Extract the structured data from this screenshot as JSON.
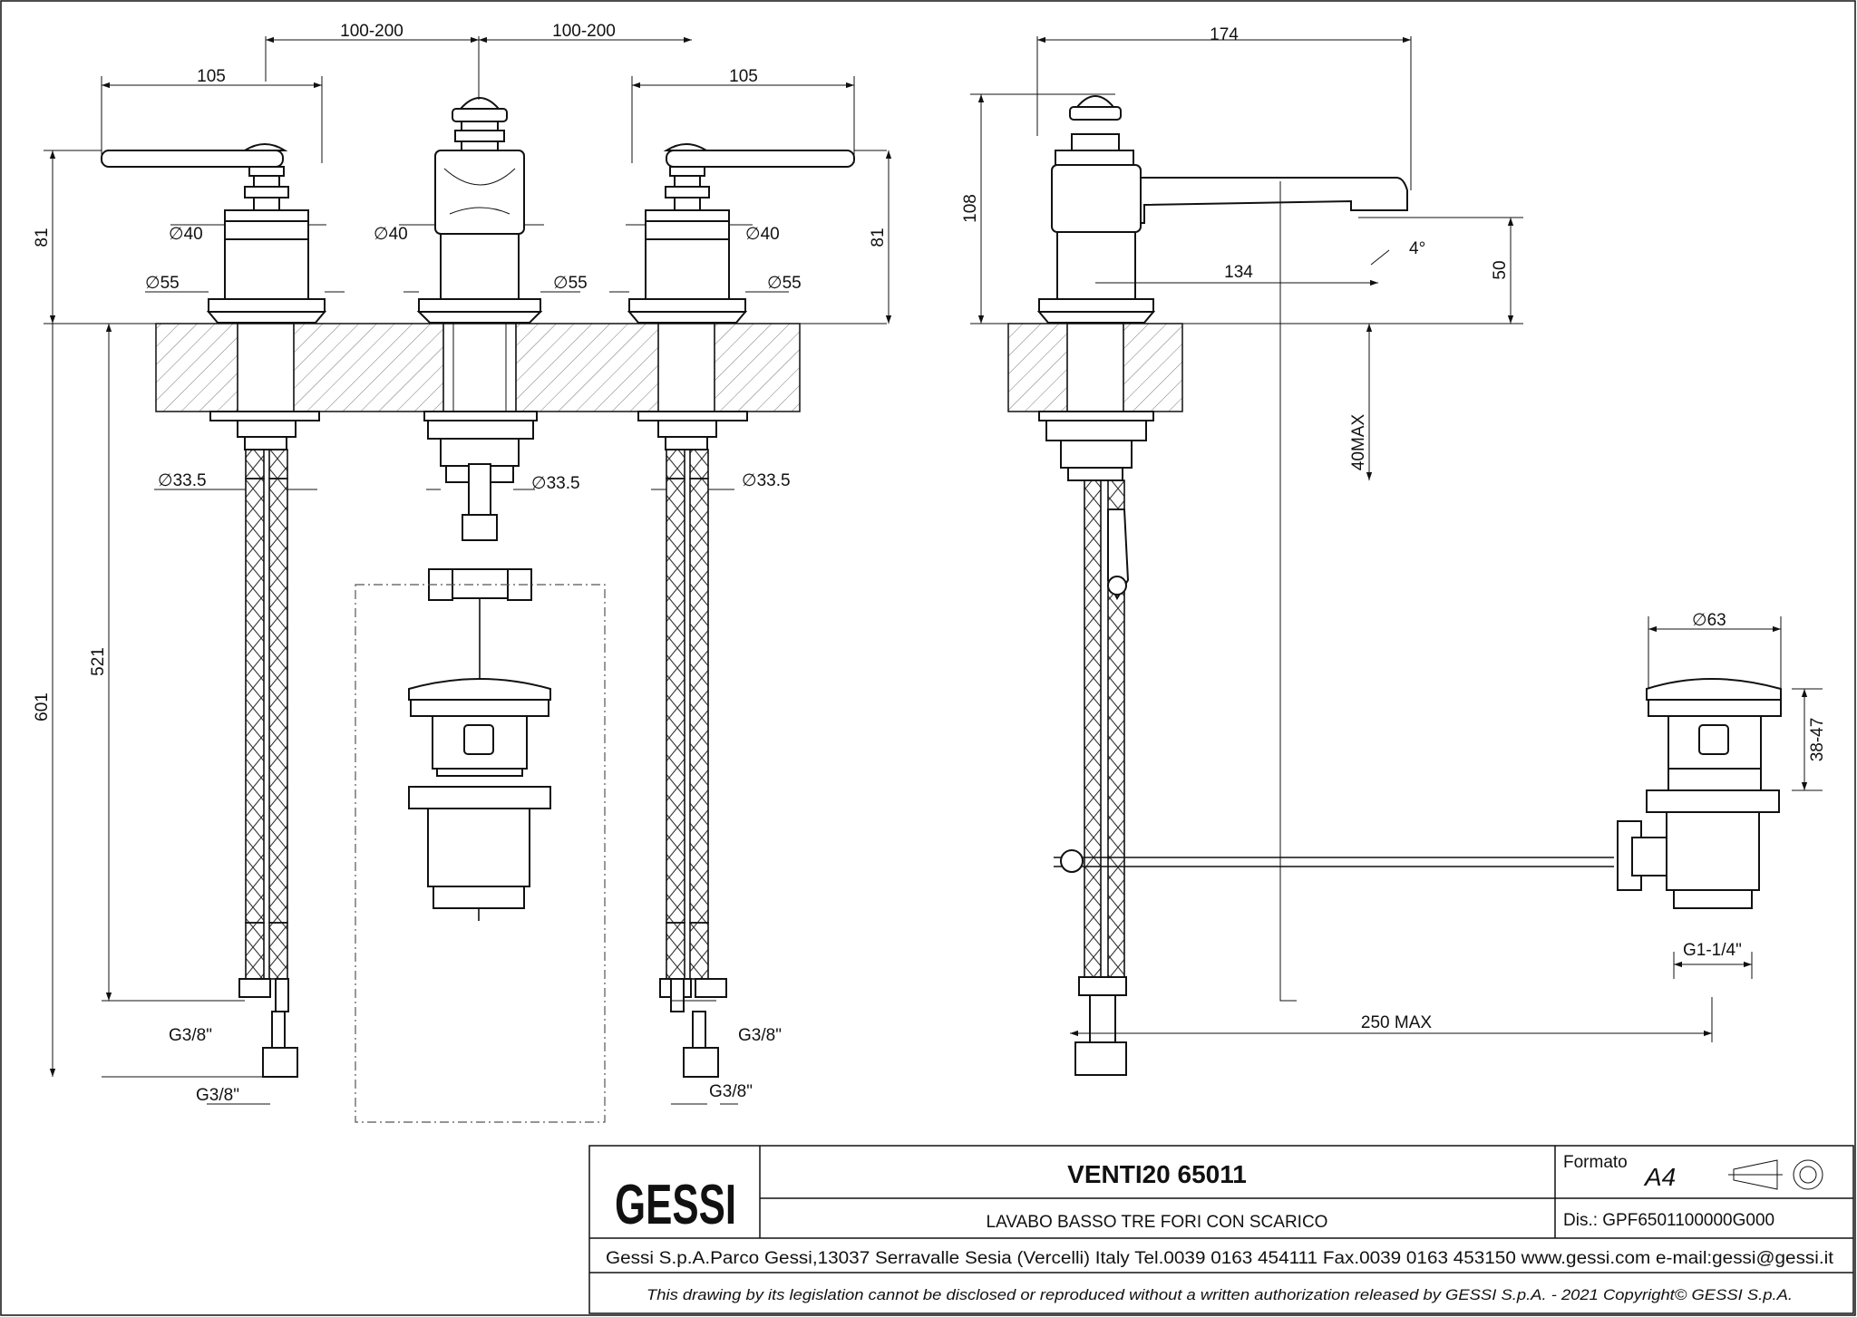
{
  "dimensions": {
    "left_handle_width": "105",
    "right_handle_width": "105",
    "spacing_left": "100-200",
    "spacing_right": "100-200",
    "left_height": "81",
    "right_height": "81",
    "d40_left": "40",
    "d40_center": "40",
    "d40_right": "40",
    "d55_left": "55",
    "d55_center": "55",
    "d55_right": "55",
    "d335_left": "33.5",
    "d335_center": "33.5",
    "d335_right": "33.5",
    "hose_521": "521",
    "total_601": "601",
    "g38_left_upper": "G3/8\"",
    "g38_left_lower": "G3/8\"",
    "g38_right_upper": "G3/8\"",
    "g38_right_lower": "G3/8\"",
    "spout_reach": "174",
    "spout_height": "108",
    "spout_134": "134",
    "spout_angle": "4°",
    "spout_50": "50",
    "max_40": "40MAX",
    "drain_d63": "63",
    "drain_38_47": "38-47",
    "drain_thread": "G1-1/4\"",
    "rod_250": "250 MAX",
    "diameter_symbol": "∅"
  },
  "title_block": {
    "logo_text": "GESSI",
    "product_name": "VENTI20 65011",
    "description": "LAVABO BASSO TRE FORI CON SCARICO",
    "formato_label": "Formato",
    "formato_value": "A4",
    "dis_label": "Dis.: GPF6501100000G000",
    "address": "Gessi S.p.A.Parco Gessi,13037 Serravalle Sesia (Vercelli) Italy Tel.0039 0163 454111 Fax.0039 0163 453150 www.gessi.com e-mail:gessi@gessi.it",
    "copyright": "This drawing by its legislation cannot be disclosed or reproduced without a written authorization released by GESSI S.p.A. - 2021 Copyright© GESSI S.p.A."
  }
}
